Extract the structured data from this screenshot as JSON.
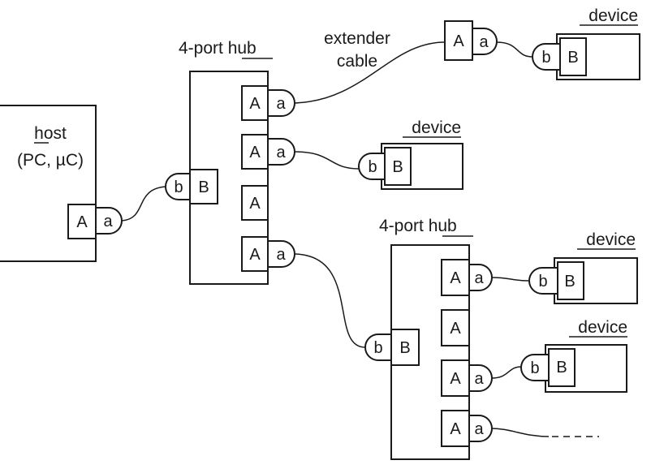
{
  "labels": {
    "host_title": "host",
    "host_subtitle": "(PC, µC)",
    "hub1_prefix": "4-port ",
    "hub1_word": "hub",
    "hub2_prefix": "4-port ",
    "hub2_word": "hub",
    "extender_line1": "extender",
    "extender_line2": "cable",
    "device1": "device",
    "device2": "device",
    "device3": "device",
    "device4": "device"
  },
  "ports": {
    "upstream_socket": "A",
    "upstream_plug": "a",
    "downstream_socket": "B",
    "downstream_plug": "b"
  }
}
